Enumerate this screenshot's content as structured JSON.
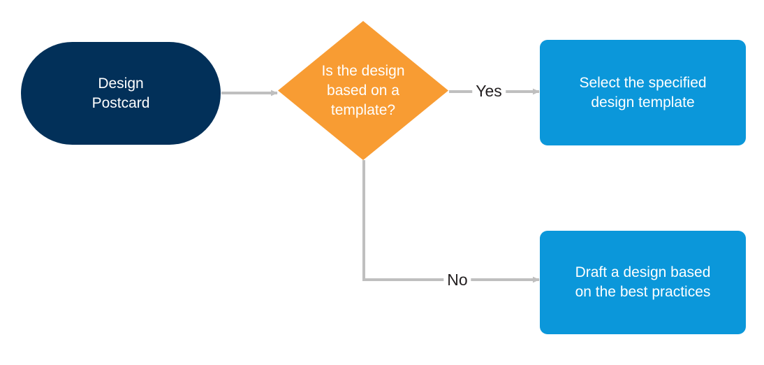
{
  "diagram": {
    "type": "flowchart",
    "background_color": "#ffffff",
    "palette": {
      "start_fill": "#023059",
      "decision_fill": "#F89C33",
      "process_fill": "#0B97DA",
      "connector": "#BFBFBF",
      "node_text": "#ffffff",
      "edge_label_text": "#231f20"
    },
    "nodes": {
      "start": {
        "shape": "rounded-pill",
        "label": "Design Postcard",
        "line1": "Design",
        "line2": "Postcard"
      },
      "decision": {
        "shape": "diamond",
        "label": "Is the design based on a template?",
        "line1": "Is the design",
        "line2": "based on a",
        "line3": "template?"
      },
      "process_yes": {
        "shape": "rounded-rect",
        "label": "Select the specified design template",
        "line1": "Select the specified",
        "line2": "design template"
      },
      "process_no": {
        "shape": "rounded-rect",
        "label": "Draft a design based on the best practices",
        "line1": "Draft a design based",
        "line2": "on the best practices"
      }
    },
    "edges": [
      {
        "from": "start",
        "to": "decision",
        "label": ""
      },
      {
        "from": "decision",
        "to": "process_yes",
        "label": "Yes"
      },
      {
        "from": "decision",
        "to": "process_no",
        "label": "No"
      }
    ]
  }
}
